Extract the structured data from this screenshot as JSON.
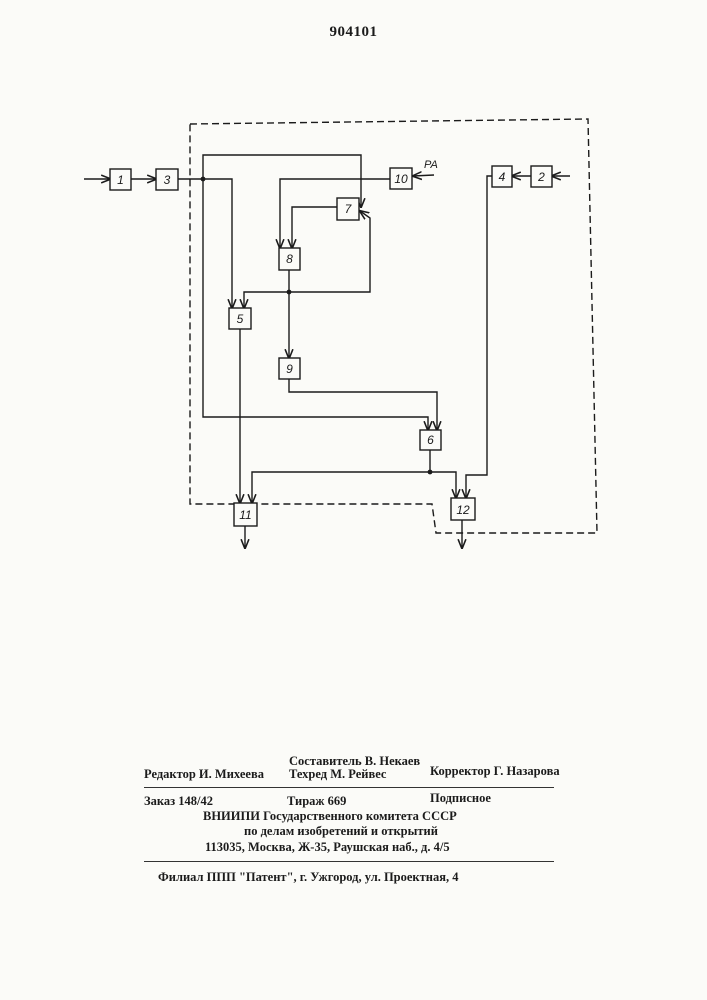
{
  "page_number": "904101",
  "diagram": {
    "blocks": [
      {
        "id": "b1",
        "label": "1"
      },
      {
        "id": "b3",
        "label": "3"
      },
      {
        "id": "b10",
        "label": "10"
      },
      {
        "id": "b7",
        "label": "7"
      },
      {
        "id": "b8",
        "label": "8"
      },
      {
        "id": "b5",
        "label": "5"
      },
      {
        "id": "b9",
        "label": "9"
      },
      {
        "id": "b6",
        "label": "6"
      },
      {
        "id": "b4",
        "label": "4"
      },
      {
        "id": "b2",
        "label": "2"
      },
      {
        "id": "b11",
        "label": "11"
      },
      {
        "id": "b12",
        "label": "12"
      }
    ],
    "input_signal_label": "PA"
  },
  "imprint": {
    "compiler": "Составитель В. Некаев",
    "editor": "Редактор И. Михеева",
    "tech_editor": "Техред М. Рейвес",
    "proofreader": "Корректор Г. Назарова",
    "order": "Заказ 148/42",
    "print_run": "Тираж 669",
    "subscription": "Подписное",
    "institute": "ВНИИПИ Государственного комитета СССР",
    "department": "по делам изобретений и открытий",
    "address": "113035, Москва, Ж-35, Раушская наб., д. 4/5",
    "branch": "Филиал ППП \"Патент\", г. Ужгород, ул. Проектная, 4"
  }
}
